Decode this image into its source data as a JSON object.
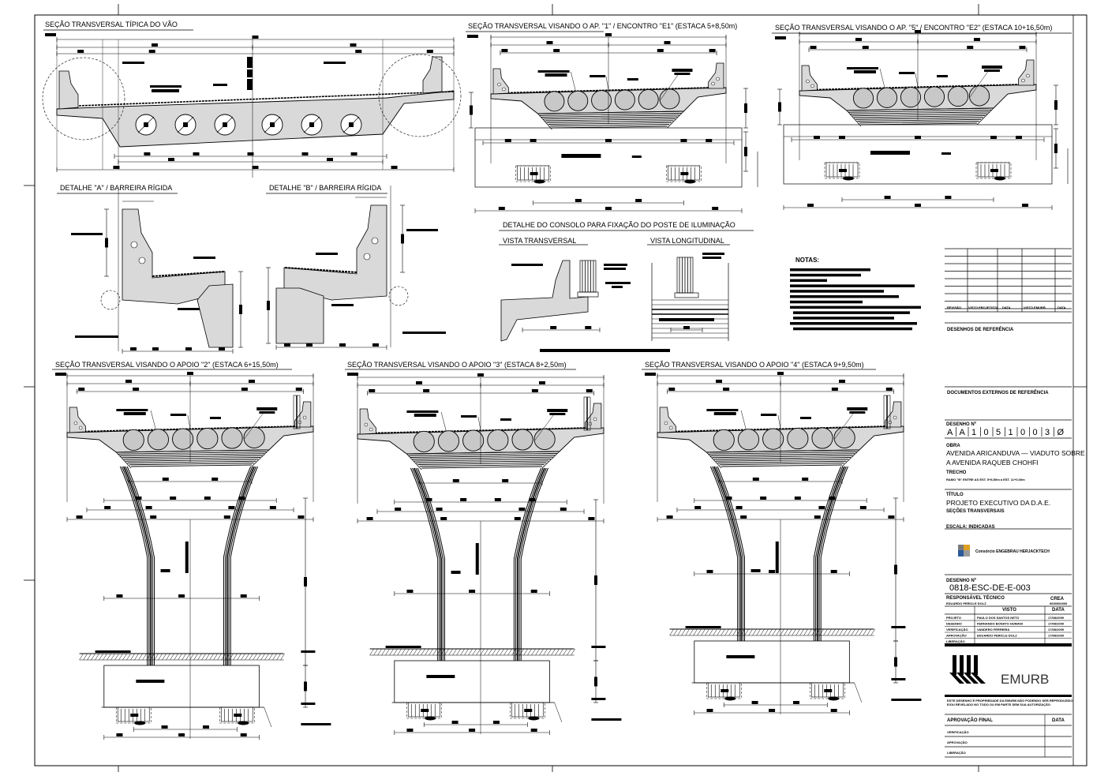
{
  "drawing": {
    "views": {
      "typical_span": "SEÇÃO TRANSVERSAL TÍPICA DO VÃO",
      "abutment_e1": "SEÇÃO TRANSVERSAL VISANDO O AP. \"1\" / ENCONTRO \"E1\" (ESTACA 5+8,50m)",
      "abutment_e2": "SEÇÃO TRANSVERSAL VISANDO O  AP. \"5\" / ENCONTRO \"E2\" (ESTACA 10+16,50m)",
      "detail_a": "DETALHE \"A\" / BARREIRA RÍGIDA",
      "detail_b": "DETALHE \"B\" / BARREIRA RÍGIDA",
      "console_detail": "DETALHE DO CONSOLO PARA FIXAÇÃO DO POSTE DE ILUMINAÇÃO",
      "console_transversal": "VISTA TRANSVERSAL",
      "console_longitudinal": "VISTA LONGITUDINAL",
      "pier_2": "SEÇÃO TRANSVERSAL VISANDO O APOIO \"2\" (ESTACA 6+15,50m)",
      "pier_3": "SEÇÃO TRANSVERSAL VISANDO O APOIO \"3\" (ESTACA 8+2,50m)",
      "pier_4": "SEÇÃO TRANSVERSAL VISANDO O APOIO \"4\" (ESTACA 9+9,50m)"
    },
    "notes_title": "NOTAS:"
  },
  "title_block": {
    "revision_headers": [
      "REVISÃO",
      "VISTO PROJETISTA",
      "DATA",
      "VISTO EMURB",
      "DATA"
    ],
    "reference_drawings": "DESENHOS DE REFERÊNCIA",
    "external_documents": "DOCUMENTOS EXTERNOS DE REFERÊNCIA",
    "drawing_no_label": "DESENHO Nº",
    "drawing_no_chars": [
      "A",
      "A",
      "1",
      "0",
      "5",
      "1",
      "0",
      "0",
      "3",
      "Ø"
    ],
    "obra_label": "OBRA",
    "obra_line1": "AVENIDA ARICANDUVA — VIADUTO SOBRE",
    "obra_line2": "A AVENIDA RAQUEB CHOHFI",
    "trecho_label": "TRECHO",
    "trecho_value": "RAMO \"B\" ENTRE AS EST. 5+8,50m a EST. 11+0,00m",
    "titulo_label": "TÍTULO",
    "titulo_line1": "PROJETO EXECUTIVO DA D.A.E.",
    "titulo_line2": "SEÇÕES TRANSVERSAIS",
    "escala": "ESCALA: INDICADAS",
    "consortium": "Consórcio ENGEBRAU HERJACKTECH",
    "drawing_no2_label": "DESENHO Nº",
    "drawing_no2": "0818-ESC-DE-E-003",
    "responsavel_label": "RESPONSÁVEL TÉCNICO",
    "responsavel_name": "EDUARDO PERICLE DOLZ",
    "crea_label": "CREA",
    "crea_value": "0600000000",
    "visto_header": "VISTO",
    "data_header": "DATA",
    "signoffs": [
      {
        "role": "PROJETO",
        "name": "PAULO DOS SANTOS NETO",
        "date": "17/08/2009"
      },
      {
        "role": "DESENHO",
        "name": "FERNANDO BONATO HUMANI",
        "date": "17/08/2009"
      },
      {
        "role": "VERIFICAÇÃO",
        "name": "VANDERO FERREIRA",
        "date": "17/08/2009"
      },
      {
        "role": "APROVAÇÃO",
        "name": "EDUARDO PERICLE DOLZ",
        "date": "17/08/2009"
      },
      {
        "role": "LIBERAÇÃO",
        "name": "",
        "date": ""
      }
    ],
    "client_logo": "EMURB",
    "disclaimer_line1": "ESTE DESENHO É PROPRIEDADE DA EMURB NÃO PODENDO SER REPRODUZIDO",
    "disclaimer_line2": "E/OU REVELADO NO TODO OU EM PARTE SEM SUA AUTORIZAÇÃO",
    "final_approval_label": "APROVAÇÃO FINAL",
    "final_approval_date": "DATA",
    "final_rows": [
      "VERIFICAÇÃO",
      "APROVAÇÃO",
      "LIBERAÇÃO"
    ]
  }
}
